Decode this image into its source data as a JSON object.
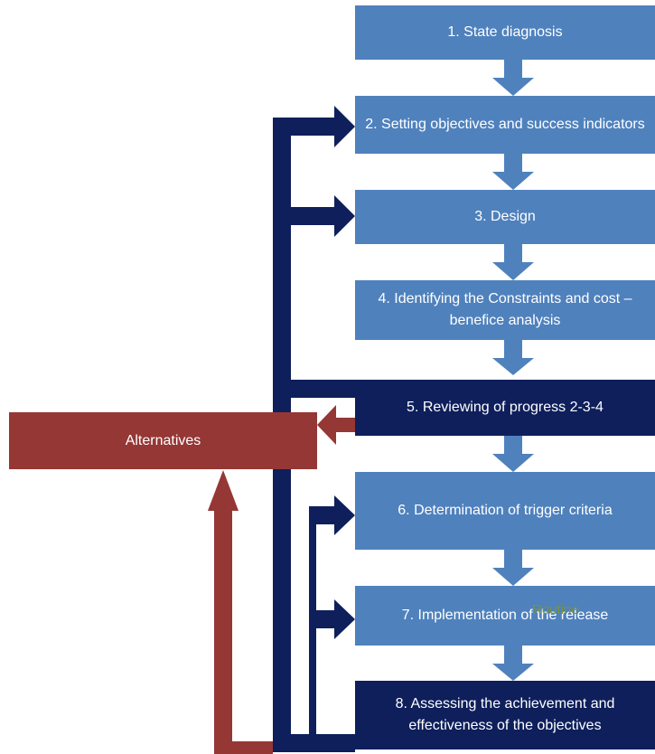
{
  "steps": [
    {
      "label": "1. State diagnosis"
    },
    {
      "label": "2. Setting objectives and success indicators"
    },
    {
      "label": "3. Design"
    },
    {
      "label": "4. Identifying the Constraints and cost – benefice analysis"
    },
    {
      "label": "5. Reviewing  of progress 2-3-4"
    },
    {
      "label": "6. Determination  of trigger criteria"
    },
    {
      "label": "7. Implementation  of the release"
    },
    {
      "label": "8. Assessing the achievement and effectiveness of the objectives"
    }
  ],
  "alternatives": {
    "label": "Alternatives"
  },
  "routine": {
    "label": "Routine"
  },
  "colors": {
    "step_light": "#4f81bd",
    "step_dark": "#0e1f5b",
    "alternatives": "#953735",
    "routine": "#77933c",
    "routine_icon": "#92d050"
  }
}
